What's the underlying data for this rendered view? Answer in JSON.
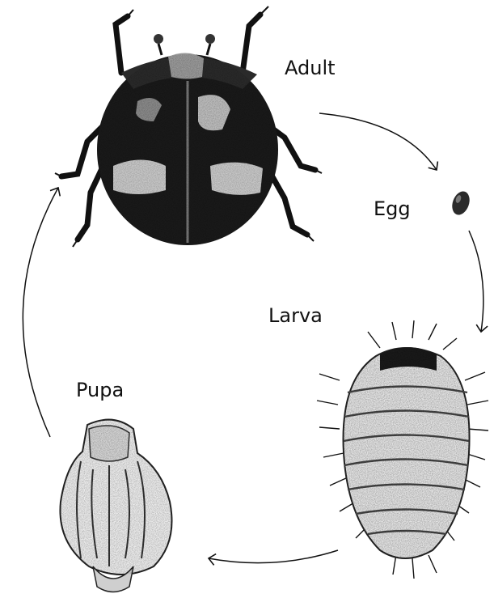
{
  "stages": {
    "adult": "Adult",
    "egg": "Egg",
    "larva": "Larva",
    "pupa": "Pupa"
  },
  "colors": {
    "ink": "#111111",
    "shell": "#1a1a1a",
    "spot": "#c9c9c9",
    "paper": "#ffffff"
  }
}
